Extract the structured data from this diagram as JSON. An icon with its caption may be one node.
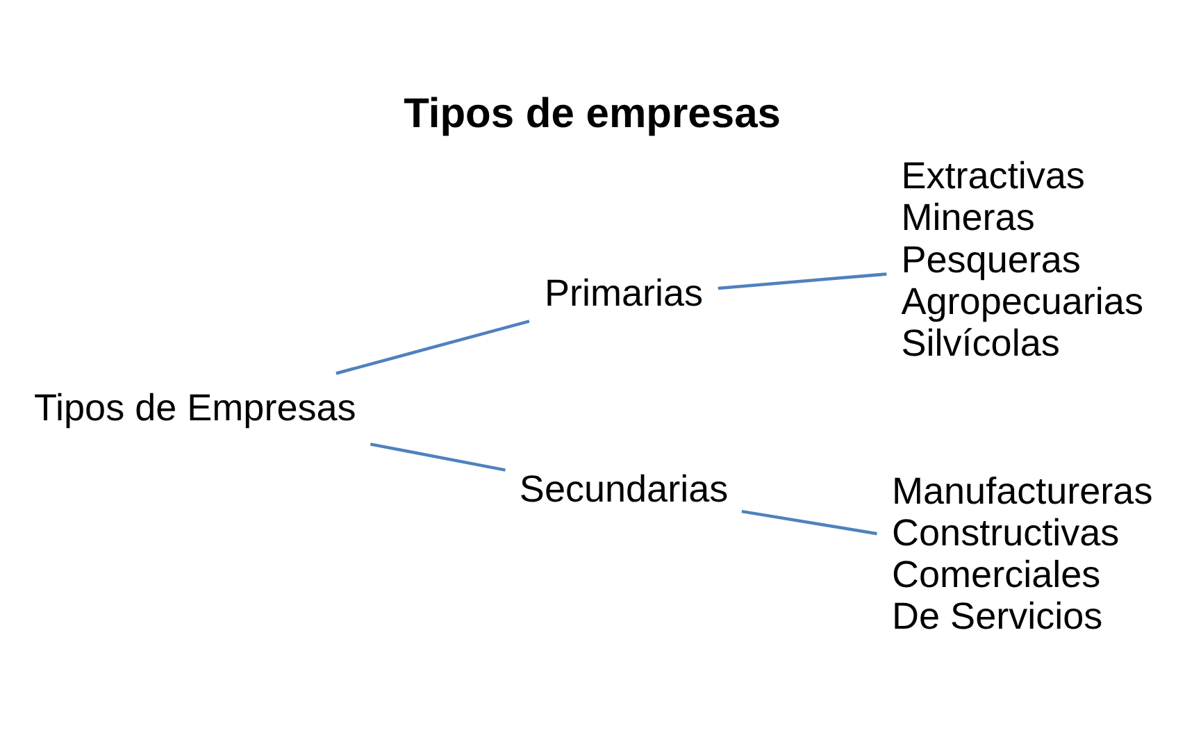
{
  "diagram": {
    "title": "Tipos de empresas",
    "nodes": [
      {
        "text": [
          "Tipos de Empresas"
        ]
      },
      {
        "text": [
          "Primarias"
        ]
      },
      {
        "text": [
          "Secundarias"
        ]
      },
      {
        "text": [
          "Extractivas",
          "Mineras",
          "Pesqueras",
          "Agropecuarias",
          "Silvícolas"
        ]
      },
      {
        "text": [
          "Manufactureras",
          "Constructivas",
          "Comerciales",
          "De Servicios"
        ]
      }
    ],
    "edges": [
      {
        "from": 0,
        "to": 1,
        "arrow": "none",
        "color": "#4f81bd"
      },
      {
        "from": 0,
        "to": 2,
        "arrow": "none",
        "color": "#4f81bd"
      },
      {
        "from": 1,
        "to": 3,
        "arrow": "none",
        "color": "#4f81bd"
      },
      {
        "from": 2,
        "to": 4,
        "arrow": "none",
        "color": "#4f81bd"
      }
    ]
  }
}
